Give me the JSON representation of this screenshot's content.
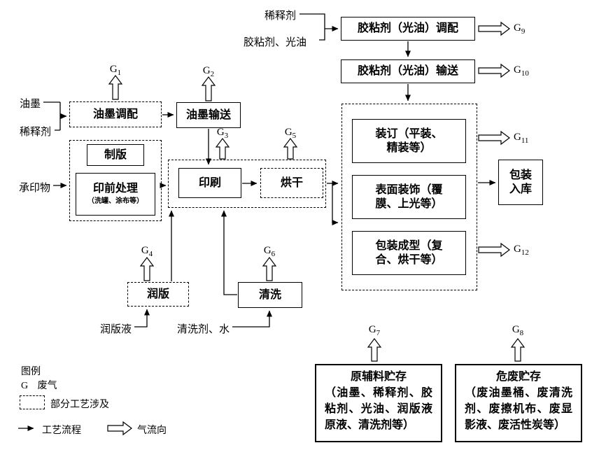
{
  "diagram": {
    "gas_letter": "G",
    "inputs": {
      "diluent_top": "稀释剂",
      "adhesive_varnish": "胶粘剂、光油",
      "ink": "油墨",
      "diluent_left": "稀释剂",
      "substrate": "承印物",
      "fountain_solution": "润版液",
      "cleaner_water": "清洗剂、水"
    },
    "boxes": {
      "adhesive_blending": "胶粘剂（光油）调配",
      "adhesive_conveying": "胶粘剂（光油）输送",
      "ink_blending": "油墨调配",
      "ink_conveying": "油墨输送",
      "plate_making": "制版",
      "prepress": "印前处理",
      "prepress_note": "（洗罐、涂布等）",
      "printing": "印刷",
      "drying": "烘干",
      "binding": "装订（平装、精装等）",
      "surface_decoration": "表面装饰（覆膜、上光等）",
      "package_forming": "包装成型（复合、烘干等）",
      "package_storage": "包装入库",
      "dampening": "润版",
      "cleaning": "清洗",
      "raw_storage_title": "原辅料贮存",
      "raw_storage_body": "（油墨、稀释剂、胶粘剂、光油、润版液原液、清洗剂等）",
      "hazardous_storage_title": "危废贮存",
      "hazardous_storage_body": "（废油墨桶、废清洗剂、废擦机布、废显影液、废活性炭等）"
    },
    "gas_points": {
      "g1": "1",
      "g2": "2",
      "g3": "3",
      "g4": "4",
      "g5": "5",
      "g6": "6",
      "g7": "7",
      "g8": "8",
      "g9": "9",
      "g10": "10",
      "g11": "11",
      "g12": "12"
    },
    "legend": {
      "title": "图例",
      "gas_label": "废气",
      "dashed_label": "部分工艺涉及",
      "solid_arrow_label": "工艺流程",
      "hollow_arrow_label": "气流向"
    }
  }
}
